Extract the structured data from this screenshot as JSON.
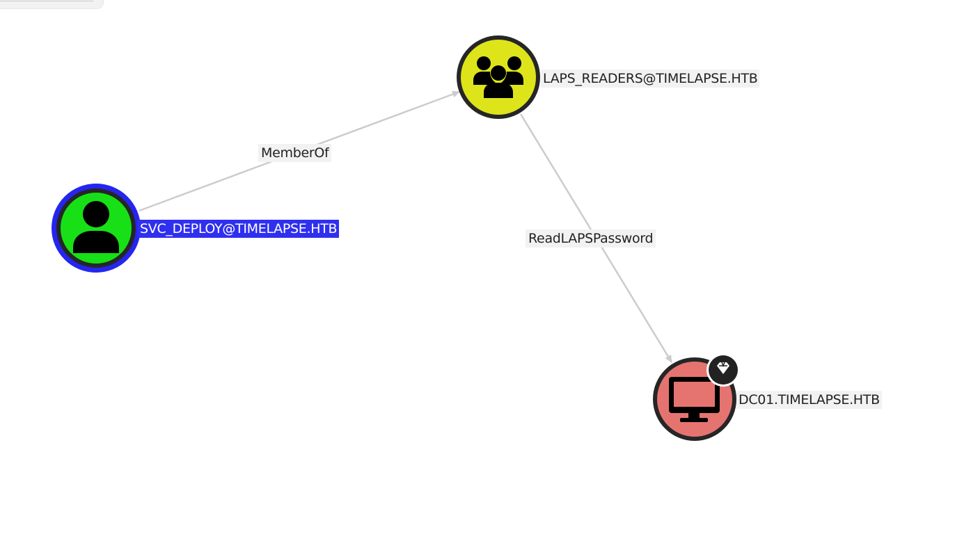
{
  "nodes": {
    "user": {
      "label": "SVC_DEPLOY@TIMELAPSE.HTB",
      "type": "User",
      "selected": true,
      "fill": "#17e017",
      "ring": "#2525f0"
    },
    "group": {
      "label": "LAPS_READERS@TIMELAPSE.HTB",
      "type": "Group",
      "fill": "#dde51a"
    },
    "computer": {
      "label": "DC01.TIMELAPSE.HTB",
      "type": "Computer",
      "fill": "#e57470",
      "badge": "diamond-icon"
    }
  },
  "edges": {
    "member_of": {
      "label": "MemberOf",
      "from": "user",
      "to": "group"
    },
    "read_laps": {
      "label": "ReadLAPSPassword",
      "from": "group",
      "to": "computer"
    }
  },
  "colors": {
    "edge": "#cccccc",
    "node_border": "#262626",
    "icon": "#000000"
  }
}
